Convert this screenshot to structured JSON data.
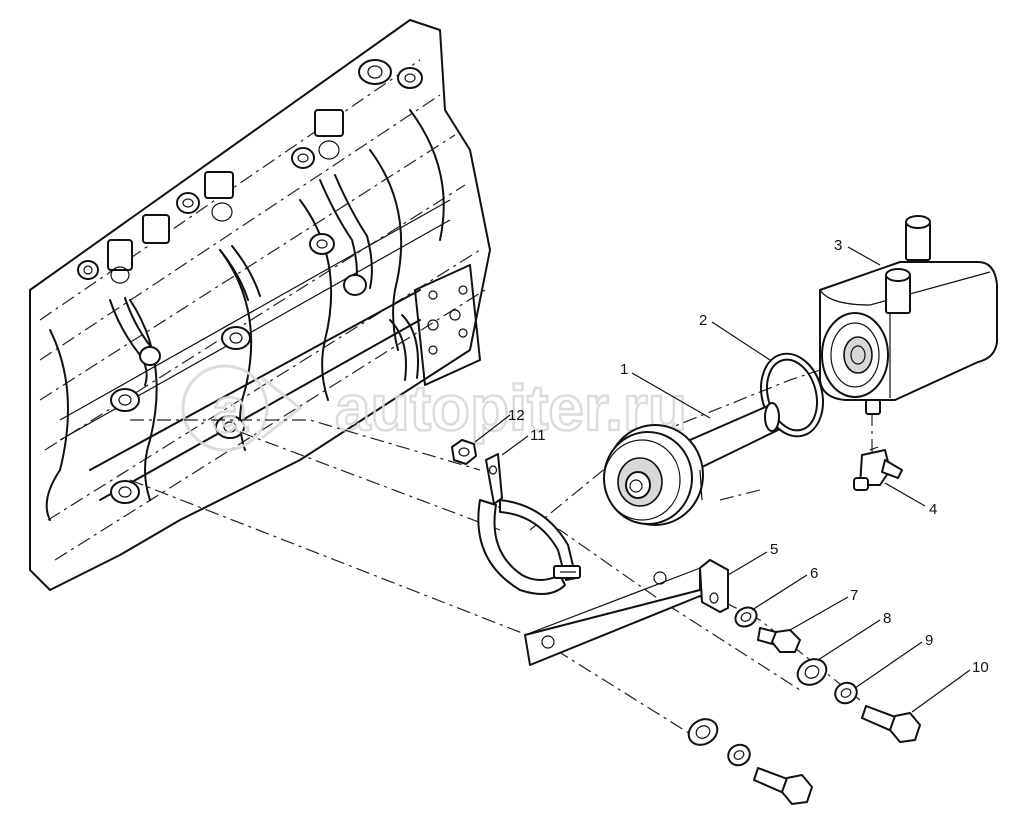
{
  "watermark": "autopiter.ru",
  "callouts": [
    {
      "id": "1",
      "text": "1"
    },
    {
      "id": "2",
      "text": "2"
    },
    {
      "id": "3",
      "text": "3"
    },
    {
      "id": "4",
      "text": "4"
    },
    {
      "id": "5",
      "text": "5"
    },
    {
      "id": "6",
      "text": "6"
    },
    {
      "id": "7",
      "text": "7"
    },
    {
      "id": "8",
      "text": "8"
    },
    {
      "id": "9",
      "text": "9"
    },
    {
      "id": "10",
      "text": "10"
    },
    {
      "id": "11",
      "text": "11"
    },
    {
      "id": "12",
      "text": "12"
    }
  ]
}
